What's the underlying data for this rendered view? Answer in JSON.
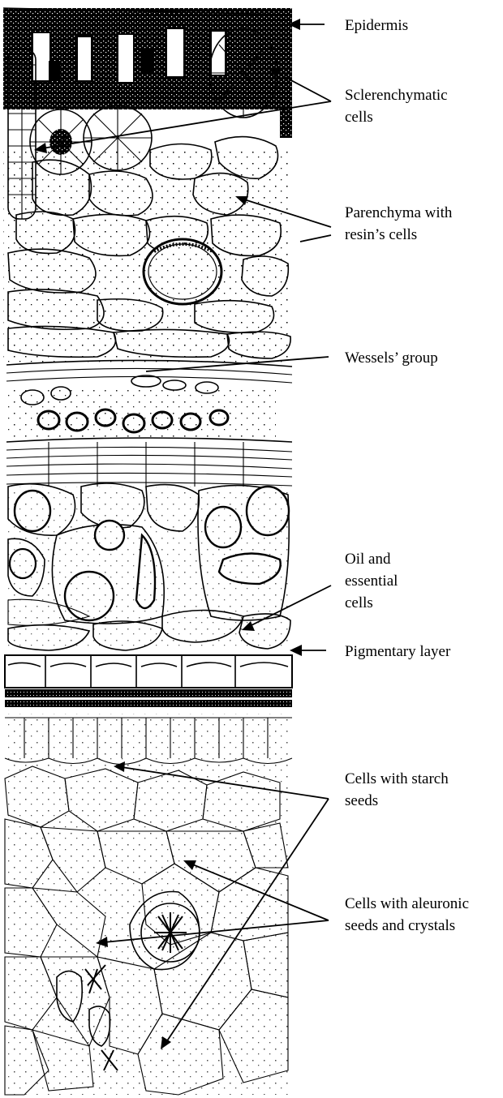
{
  "labels": {
    "epidermis": "Epidermis",
    "sclerenchymatic_1": "Sclerenchymatic",
    "sclerenchymatic_2": "cells",
    "parenchyma_1": "Parenchyma with",
    "parenchyma_2": "resin’s cells",
    "wessels": "Wessels’ group",
    "oil_1": "Oil and",
    "oil_2": "essential",
    "oil_3": "cells",
    "pigmentary": "Pigmentary layer",
    "starch_1": "Cells with starch",
    "starch_2": "seeds",
    "aleuronic_1": "Cells with aleuronic",
    "aleuronic_2": "seeds and crystals"
  },
  "colors": {
    "ink": "#000000",
    "paper": "#ffffff"
  }
}
